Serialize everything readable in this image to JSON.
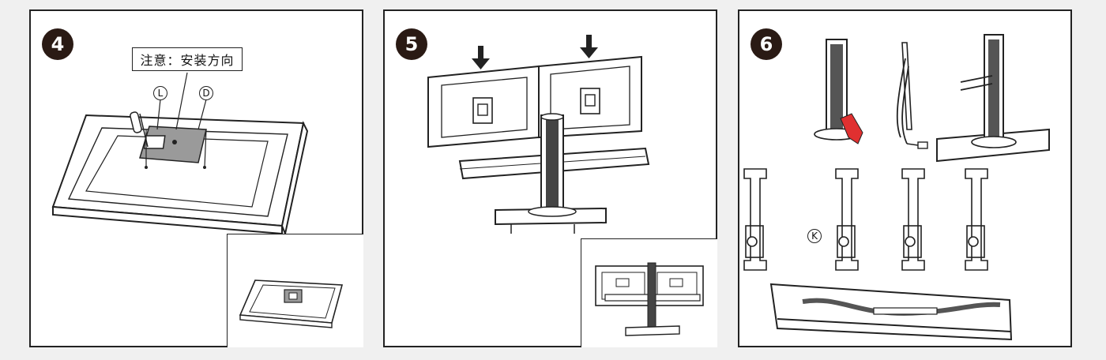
{
  "steps": [
    {
      "number": "4",
      "note": "注意：安装方向",
      "markers": [
        "L",
        "D"
      ]
    },
    {
      "number": "5"
    },
    {
      "number": "6",
      "marker": "K"
    }
  ],
  "colors": {
    "badge": "#2a1a14",
    "line": "#222222",
    "plate": "#9a9a9a",
    "hand": "#e03030"
  }
}
